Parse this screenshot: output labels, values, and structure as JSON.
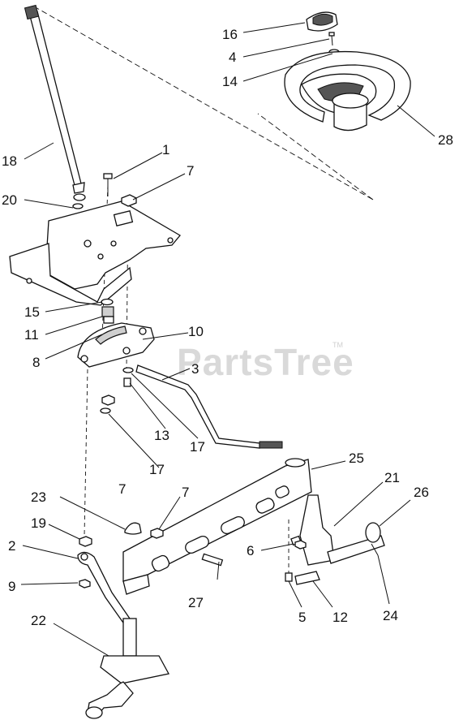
{
  "watermark": {
    "text": "PartsTree",
    "tm": "TM"
  },
  "callouts": [
    "16",
    "4",
    "14",
    "28",
    "18",
    "1",
    "7",
    "20",
    "15",
    "11",
    "10",
    "8",
    "3",
    "13",
    "17",
    "17",
    "7",
    "25",
    "23",
    "7",
    "21",
    "26",
    "19",
    "6",
    "2",
    "9",
    "27",
    "5",
    "12",
    "24",
    "22"
  ]
}
